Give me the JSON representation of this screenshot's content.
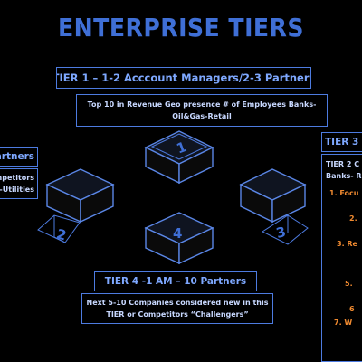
{
  "title": "ENTERPRISE TIERS",
  "tier1": {
    "heading": "TIER 1 – 1-2 Acccount Managers/2-3 Partners",
    "description": "Top 10 in Revenue Geo presence # of Employees Banks-Oil&Gas-Retail"
  },
  "tier2": {
    "heading": "artners",
    "description_line1": "mpetitors",
    "description_line2": "-Utilities"
  },
  "tier3": {
    "heading": "TIER 3",
    "description_line1": "TIER 2 C",
    "description_line2": "Banks- R",
    "list": [
      "1.   Focu",
      "2.",
      "3.   Re",
      "5.",
      "6",
      "7.   W"
    ]
  },
  "tier4": {
    "heading": "TIER 4 -1 AM – 10 Partners",
    "description": "Next 5-10 Companies considered new in this TIER or Competitors “Challengers”"
  },
  "cube_labels": [
    "1",
    "2",
    "3",
    "4"
  ],
  "colors": {
    "accent": "#3f6fd6",
    "line": "#4d7be0",
    "orange": "#f08a30"
  }
}
